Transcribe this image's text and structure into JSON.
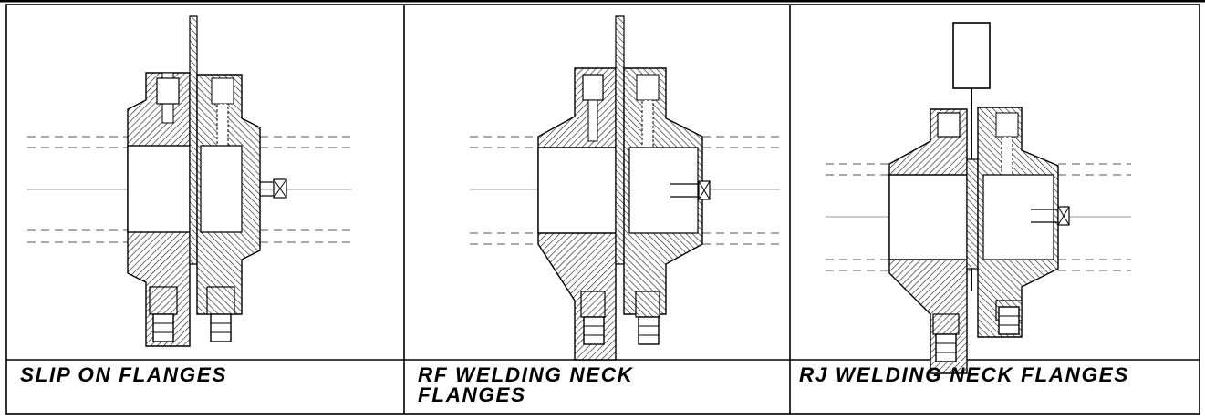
{
  "table": {
    "columns": [
      {
        "caption": "SLIP ON FLANGES",
        "drawing": "slip-on-flange-assembly"
      },
      {
        "caption": "RF WELDING NECK FLANGES",
        "drawing": "rf-welding-neck-flange-assembly"
      },
      {
        "caption": "RJ WELDING NECK FLANGES",
        "drawing": "rj-welding-neck-flange-assembly"
      }
    ]
  }
}
